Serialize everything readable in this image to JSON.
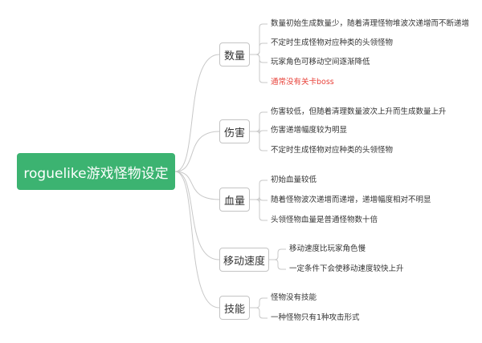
{
  "root": {
    "label": "roguelike游戏怪物设定"
  },
  "colors": {
    "root_bg": "#3cb371",
    "highlight_text": "#e8433b",
    "connector": "#c8c8c8"
  },
  "branches": [
    {
      "label": "数量",
      "items": [
        {
          "text": "数量初始生成数量少，随着清理怪物堆波次递增而不断递增",
          "highlight": false
        },
        {
          "text": "不定时生成怪物对应种类的头领怪物",
          "highlight": false
        },
        {
          "text": "玩家角色可移动空间逐渐降低",
          "highlight": false
        },
        {
          "text": "通常没有关卡boss",
          "highlight": true
        }
      ]
    },
    {
      "label": "伤害",
      "items": [
        {
          "text": "伤害较低，但随着清理数量波次上升而生成数量上升",
          "highlight": false
        },
        {
          "text": "伤害递增幅度较为明显",
          "highlight": false
        },
        {
          "text": "不定时生成怪物对应种类的头领怪物",
          "highlight": false
        }
      ]
    },
    {
      "label": "血量",
      "items": [
        {
          "text": "初始血量较低",
          "highlight": false
        },
        {
          "text": "随着怪物波次递增而递增，递增幅度相对不明显",
          "highlight": false
        },
        {
          "text": "头领怪物血量是普通怪物数十倍",
          "highlight": false
        }
      ]
    },
    {
      "label": "移动速度",
      "items": [
        {
          "text": "移动速度比玩家角色慢",
          "highlight": false
        },
        {
          "text": "一定条件下会使移动速度较快上升",
          "highlight": false
        }
      ]
    },
    {
      "label": "技能",
      "items": [
        {
          "text": "怪物没有技能",
          "highlight": false
        },
        {
          "text": "一种怪物只有1种攻击形式",
          "highlight": false
        }
      ]
    }
  ]
}
